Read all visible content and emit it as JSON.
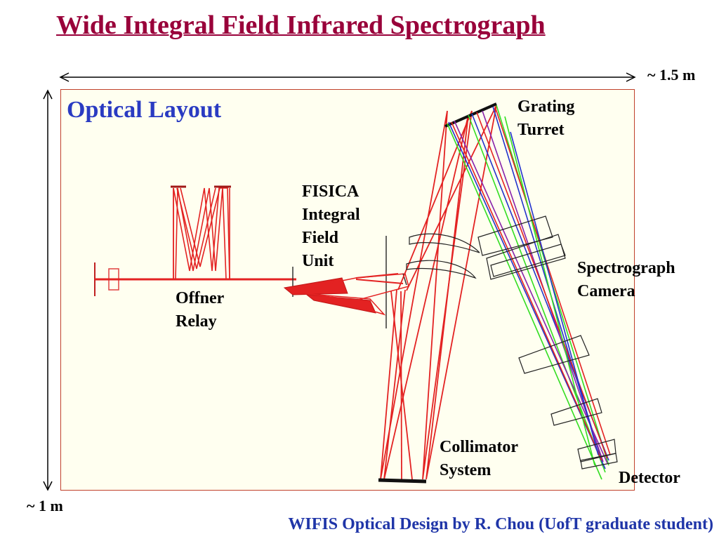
{
  "slide": {
    "title": "Wide Integral Field Infrared Spectrograph",
    "subtitle": "Optical Layout",
    "width_label": "~ 1.5 m",
    "height_label": "~ 1 m",
    "credit": "WIFIS Optical Design by R. Chou (UofT graduate student)"
  },
  "components": {
    "grating": [
      "Grating",
      "Turret"
    ],
    "fisica": [
      "FISICA",
      "Integral",
      "Field",
      "Unit"
    ],
    "offner": [
      "Offner",
      "Relay"
    ],
    "camera": [
      "Spectrograph",
      "Camera"
    ],
    "collimator": [
      "Collimator",
      "System"
    ],
    "detector": [
      "Detector"
    ]
  },
  "colors": {
    "title": "#99003a",
    "subtitle": "#2a3bc2",
    "credit": "#1f35a8",
    "panel_bg": "#fffff0",
    "panel_border": "#c0402a",
    "ray_red": "#e32222",
    "ray_green": "#33dd22",
    "ray_blue": "#2233cc",
    "ray_purple": "#8822aa"
  }
}
